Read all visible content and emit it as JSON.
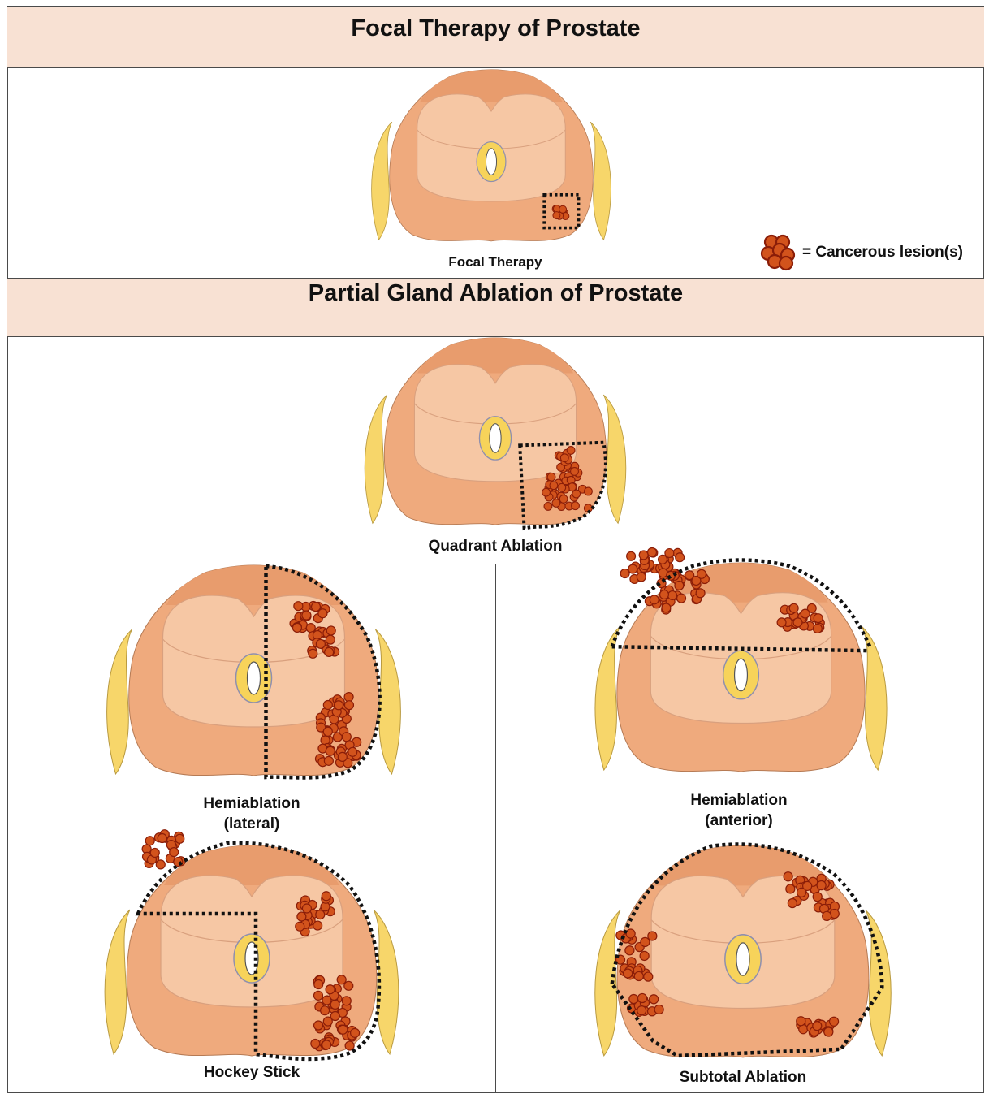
{
  "sections": {
    "focal": {
      "title": "Focal Therapy of Prostate"
    },
    "partial": {
      "title": "Partial Gland Ablation of Prostate"
    }
  },
  "panels": {
    "focal_therapy": {
      "caption": "Focal Therapy"
    },
    "quadrant": {
      "caption": "Quadrant Ablation"
    },
    "hemi_lateral": {
      "caption_line1": "Hemiablation",
      "caption_line2": "(lateral)"
    },
    "hemi_anterior": {
      "caption_line1": "Hemiablation",
      "caption_line2": "(anterior)"
    },
    "hockey": {
      "caption": "Hockey Stick"
    },
    "subtotal": {
      "caption": "Subtotal Ablation"
    }
  },
  "legend": {
    "text": "= Cancerous lesion(s)",
    "icon": "lesion-cluster-icon"
  },
  "colors": {
    "header_bg": "#f8e1d3",
    "gland_outer": "#efaa7d",
    "gland_top": "#e89c6d",
    "transition_zone": "#f6c7a4",
    "neurovascular": "#f7d66a",
    "urethra_ring": "#f7d35a",
    "lesion_fill": "#d2531c",
    "lesion_stroke": "#8a1d08"
  }
}
